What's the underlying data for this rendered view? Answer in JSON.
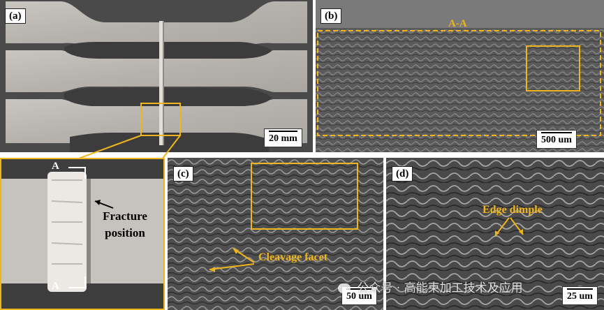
{
  "panels": {
    "a": {
      "label": "(a)",
      "scale": "20 mm"
    },
    "b": {
      "label": "(b)",
      "scale": "500 um",
      "section": "A-A"
    },
    "zoom": {
      "marker_top": "A",
      "marker_bottom": "A",
      "annotation": "Fracture position"
    },
    "c": {
      "label": "(c)",
      "scale": "50 um",
      "annotation": "Cleavage facet"
    },
    "d": {
      "label": "(d)",
      "scale": "25 um",
      "annotation": "Edge dimple"
    }
  },
  "watermark": "公众号 · 高能束加工技术及应用",
  "colors": {
    "accent": "#f1b51c",
    "frame": "#2f2f2f"
  }
}
